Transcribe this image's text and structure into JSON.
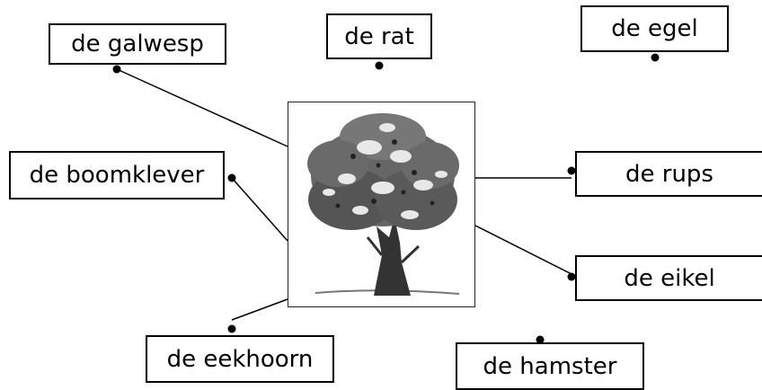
{
  "labels": {
    "galwesp": "de galwesp",
    "rat": "de rat",
    "egel": "de egel",
    "boomklever": "de boomklever",
    "rups": "de rups",
    "eikel": "de eikel",
    "eekhoorn": "de eekhoorn",
    "hamster": "de hamster"
  },
  "picture": {
    "subject": "oak tree illustration"
  }
}
